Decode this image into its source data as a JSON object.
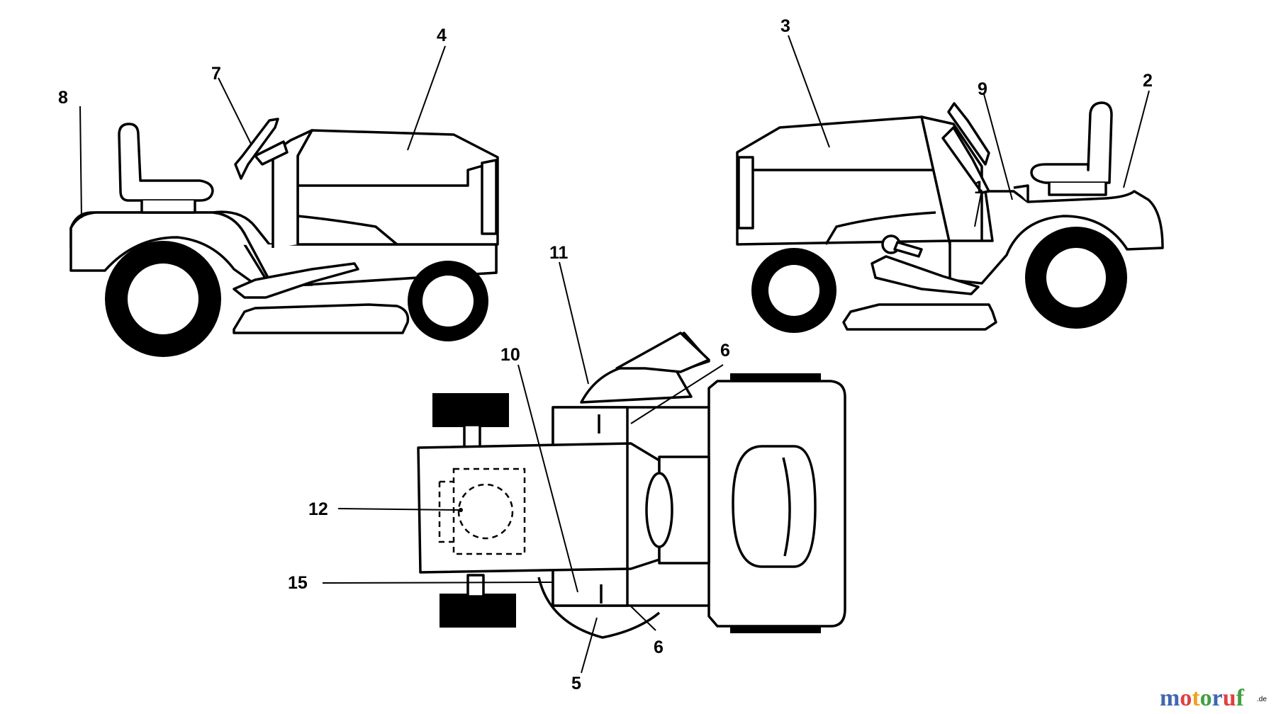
{
  "labels": {
    "l1": "1",
    "l2": "2",
    "l3": "3",
    "l4": "4",
    "l5": "5",
    "l6a": "6",
    "l6b": "6",
    "l7": "7",
    "l8": "8",
    "l9": "9",
    "l10": "10",
    "l11": "11",
    "l12": "12",
    "l15": "15"
  },
  "watermark": {
    "brand": "motoruf",
    "suffix": ".de",
    "colors": [
      "#3f66b0",
      "#e04040",
      "#f0a020",
      "#40a040",
      "#3f66b0",
      "#e04040",
      "#40a040"
    ]
  }
}
